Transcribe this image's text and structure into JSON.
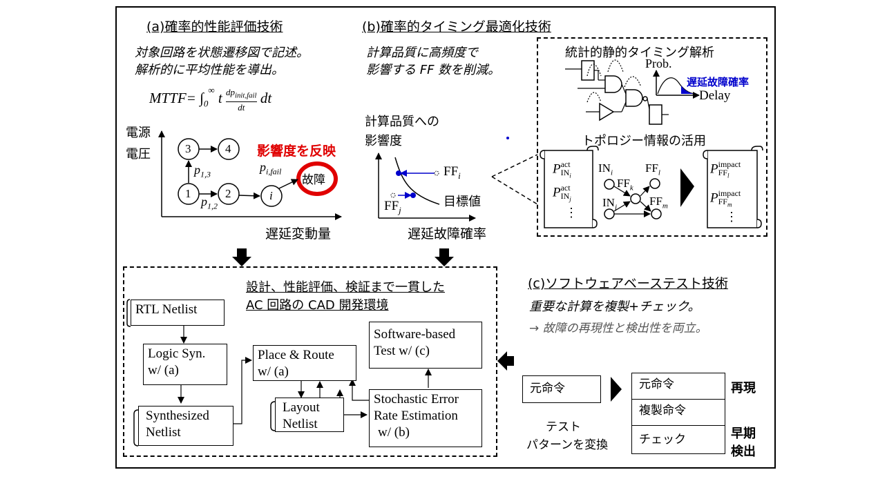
{
  "section_a": {
    "title": "(a)確率的性能評価技術",
    "desc_line1": "対象回路を状態遷移図で記述。",
    "desc_line2": "解析的に平均性能を導出。",
    "formula_lhs": "MTTF= ∫",
    "formula_lower": "0",
    "formula_upper": "∞",
    "formula_t": "t",
    "formula_num": "dp",
    "formula_num_sub": "init,fail",
    "formula_den": "dt",
    "formula_tail": "dt",
    "y_axis_label_1": "電源",
    "y_axis_label_2": "電圧",
    "x_axis_label": "遅延変動量",
    "nodes": [
      "1",
      "2",
      "3",
      "4",
      "i"
    ],
    "fail_node": "故障",
    "p13": "p",
    "p13_sub": "1,3",
    "p12": "p",
    "p12_sub": "1,2",
    "pifail": "p",
    "pifail_sub": "i,fail",
    "highlight": "影響度を反映"
  },
  "section_b": {
    "title": "(b)確率的タイミング最適化技術",
    "desc_line1": "計算品質に高頻度で",
    "desc_line2": "影響する FF 数を削減。",
    "y_label_1": "計算品質への",
    "y_label_2": "影響度",
    "x_label": "遅延故障確率",
    "ffi": "FF",
    "ffi_sub": "i",
    "ffj": "FF",
    "ffj_sub": "j",
    "target": "目標値",
    "sta_title": "統計的静的タイミング解析",
    "prob": "Prob.",
    "delay": "Delay",
    "delay_fault_prob": "遅延故障確率",
    "topology": "トポロジー情報の活用",
    "p_act_1": "P",
    "p_act_1_sup": "act",
    "p_act_1_sub": "IN",
    "p_act_1_subsub": "i",
    "p_act_2": "P",
    "p_act_2_sup": "act",
    "p_act_2_sub": "IN",
    "p_act_2_subsub": "j",
    "dots": "⋮",
    "in_i": "IN",
    "in_i_sub": "i",
    "in_j": "IN",
    "in_j_sub": "j",
    "ff_k": "FF",
    "ff_k_sub": "k",
    "ff_l": "FF",
    "ff_l_sub": "l",
    "ff_m": "FF",
    "ff_m_sub": "m",
    "p_imp_1": "P",
    "p_imp_1_sup": "impact",
    "p_imp_1_sub": "FF",
    "p_imp_1_subsub": "l",
    "p_imp_2": "P",
    "p_imp_2_sup": "impact",
    "p_imp_2_sub": "FF",
    "p_imp_2_subsub": "m"
  },
  "section_cad": {
    "title_line1": "設計、性能評価、検証まで一貫した",
    "title_line2": "AC 回路の CAD 開発環境",
    "rtl": "RTL Netlist",
    "logic_syn_1": "Logic Syn.",
    "logic_syn_2": "w/ (a)",
    "synthesized_1": "Synthesized",
    "synthesized_2": "Netlist",
    "place_route_1": "Place & Route",
    "place_route_2": "w/ (a)",
    "layout_1": "Layout",
    "layout_2": "Netlist",
    "ser_1": "Stochastic Error",
    "ser_2": "Rate Estimation",
    "ser_3": "w/ (b)",
    "sbt_1": "Software-based",
    "sbt_2": "Test w/ (c)"
  },
  "section_c": {
    "title": "(c)ソフトウェアベーステスト技術",
    "desc_line1": "重要な計算を複製+チェック。",
    "desc_line2": "→ 故障の再現性と検出性を両立。",
    "orig_inst": "元命令",
    "test_pattern_1": "テスト",
    "test_pattern_2": "パターンを変換",
    "orig_inst_2": "元命令",
    "dup_inst": "複製命令",
    "check": "チェック",
    "reproduce": "再現",
    "early_1": "早期",
    "early_2": "検出"
  },
  "colors": {
    "accent_red": "#e00000",
    "accent_blue": "#0000cc"
  }
}
